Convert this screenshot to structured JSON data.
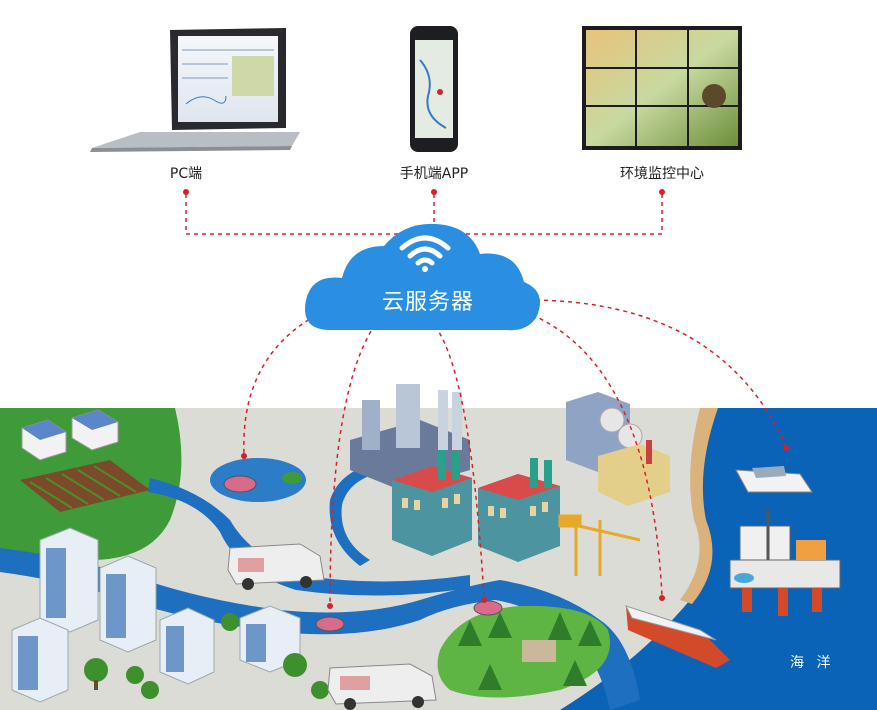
{
  "devices": [
    {
      "label": "PC端",
      "icon": "laptop-icon"
    },
    {
      "label": "手机端APP",
      "icon": "smartphone-icon"
    },
    {
      "label": "环境监控中心",
      "icon": "video-wall-icon"
    }
  ],
  "cloud": {
    "label": "云服务器",
    "icon": "wifi-icon"
  },
  "ocean": {
    "label": "海 洋"
  },
  "colors": {
    "cloud": "#2a8fe0",
    "link": "#d2232a",
    "sea": "#0a63b6",
    "river": "#1e6fbf",
    "grass": "#3f9b3a",
    "land": "#dcdcd6"
  }
}
